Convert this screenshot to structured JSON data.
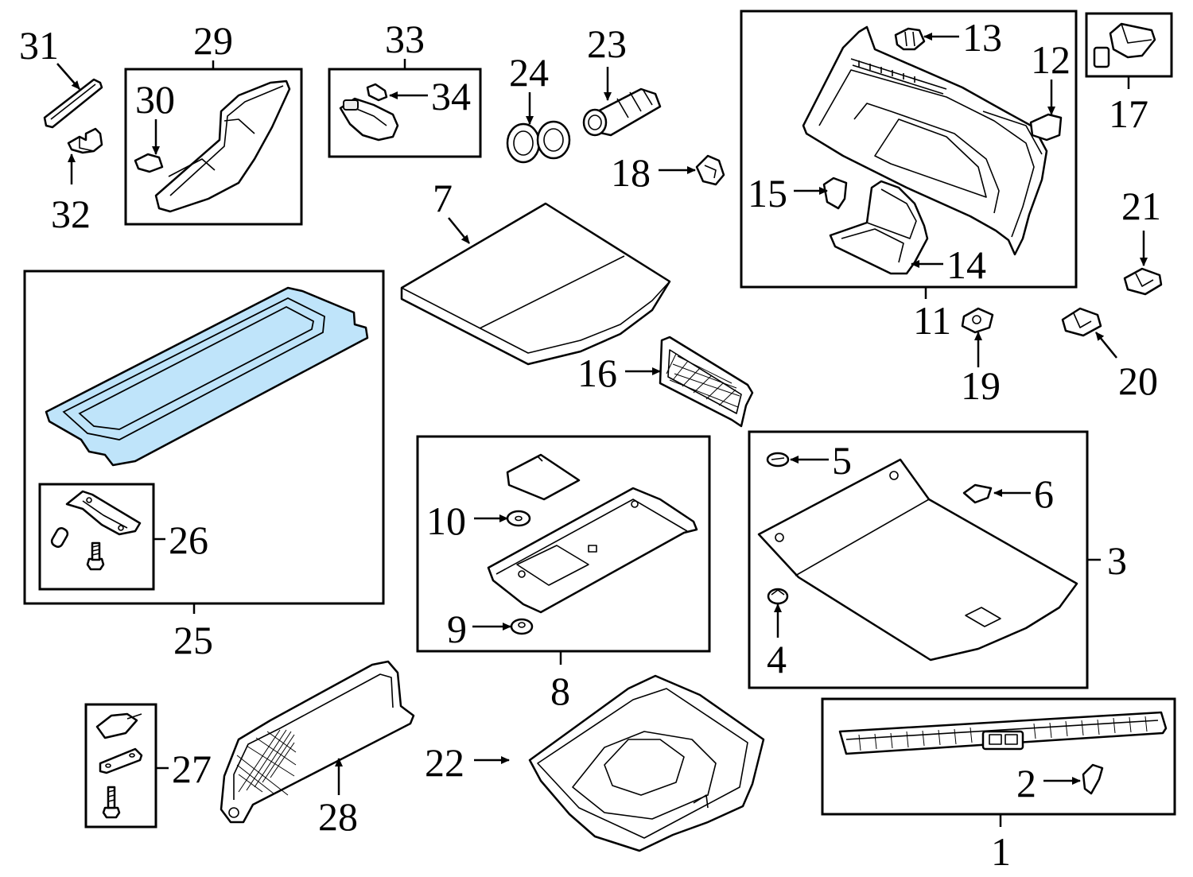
{
  "colors": {
    "highlight": "#bfe4fa",
    "line": "#000000",
    "background": "#ffffff"
  },
  "callouts": {
    "c1": "1",
    "c2": "2",
    "c3": "3",
    "c4": "4",
    "c5": "5",
    "c6": "6",
    "c7": "7",
    "c8": "8",
    "c9": "9",
    "c10": "10",
    "c11": "11",
    "c12": "12",
    "c13": "13",
    "c14": "14",
    "c15": "15",
    "c16": "16",
    "c17": "17",
    "c18": "18",
    "c19": "19",
    "c20": "20",
    "c21": "21",
    "c22": "22",
    "c23": "23",
    "c24": "24",
    "c25": "25",
    "c26": "26",
    "c27": "27",
    "c28": "28",
    "c29": "29",
    "c30": "30",
    "c31": "31",
    "c32": "32",
    "c33": "33",
    "c34": "34"
  },
  "highlighted_part": "25"
}
